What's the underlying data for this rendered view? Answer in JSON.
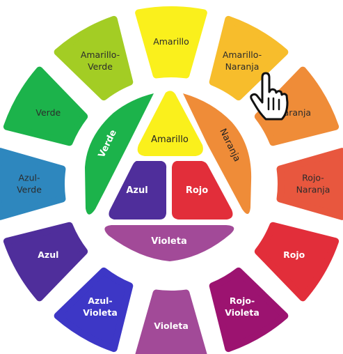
{
  "outer_ring": [
    {
      "id": "amarillo",
      "lines": [
        "Amarillo"
      ],
      "color": "#FAF01C",
      "text": "dark"
    },
    {
      "id": "amarillo-naranja",
      "lines": [
        "Amarillo-",
        "Naranja"
      ],
      "color": "#F7BD2C",
      "text": "dark"
    },
    {
      "id": "naranja",
      "lines": [
        "Naranja"
      ],
      "color": "#EF8C38",
      "text": "dark"
    },
    {
      "id": "rojo-naranja",
      "lines": [
        "Rojo-",
        "Naranja"
      ],
      "color": "#E8573E",
      "text": "dark"
    },
    {
      "id": "rojo",
      "lines": [
        "Rojo"
      ],
      "color": "#E22E3A",
      "text": "light"
    },
    {
      "id": "rojo-violeta",
      "lines": [
        "Rojo-",
        "Violeta"
      ],
      "color": "#9C1370",
      "text": "light"
    },
    {
      "id": "violeta",
      "lines": [
        "Violeta"
      ],
      "color": "#A24A98",
      "text": "light"
    },
    {
      "id": "azul-violeta",
      "lines": [
        "Azul-",
        "Violeta"
      ],
      "color": "#3D37C6",
      "text": "light"
    },
    {
      "id": "azul",
      "lines": [
        "Azul"
      ],
      "color": "#4F2E9B",
      "text": "light"
    },
    {
      "id": "azul-verde",
      "lines": [
        "Azul-",
        "Verde"
      ],
      "color": "#2E87BE",
      "text": "dark"
    },
    {
      "id": "verde",
      "lines": [
        "Verde"
      ],
      "color": "#1CB34B",
      "text": "dark"
    },
    {
      "id": "amarillo-verde",
      "lines": [
        "Amarillo-",
        "Verde"
      ],
      "color": "#A3CD24",
      "text": "dark"
    }
  ],
  "inner_triangle": {
    "amarillo": {
      "label": "Amarillo",
      "color": "#FAF01C",
      "text": "dark"
    },
    "azul": {
      "label": "Azul",
      "color": "#4F2E9B",
      "text": "light"
    },
    "rojo": {
      "label": "Rojo",
      "color": "#E22E3A",
      "text": "light"
    },
    "verde": {
      "label": "Verde",
      "color": "#1CB34B",
      "text": "light"
    },
    "naranja": {
      "label": "Naranja",
      "color": "#EF8C38",
      "text": "dark"
    },
    "violeta": {
      "label": "Violeta",
      "color": "#A24A98",
      "text": "light"
    }
  },
  "cursor_icon": "hand-pointer-icon"
}
